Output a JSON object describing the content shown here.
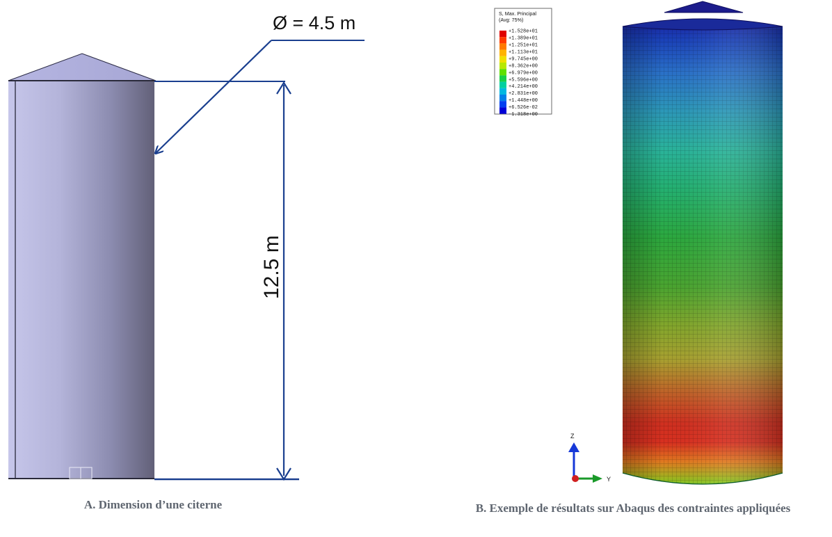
{
  "panel_a": {
    "diameter_label": "Ø = 4.5 m",
    "height_label": "12.5 m",
    "caption": "A. Dimension d’une citerne"
  },
  "panel_b": {
    "legend_title_line1": "S, Max. Principal",
    "legend_title_line2": "(Avg: 75%)",
    "legend_values": [
      "+1.528e+01",
      "+1.389e+01",
      "+1.251e+01",
      "+1.113e+01",
      "+9.745e+00",
      "+8.362e+00",
      "+6.979e+00",
      "+5.596e+00",
      "+4.214e+00",
      "+2.831e+00",
      "+1.448e+00",
      "+6.526e-02",
      "-1.318e+00"
    ],
    "legend_colors": [
      "#e00000",
      "#ff3a00",
      "#ff7a00",
      "#ffb300",
      "#f0e000",
      "#b8e800",
      "#5fe000",
      "#18d048",
      "#00d0a0",
      "#00b8e0",
      "#0080e8",
      "#0040f0",
      "#0000d8"
    ],
    "axis_z": "Z",
    "axis_y": "Y",
    "caption": "B. Exemple de résultats sur Abaqus des contraintes appliquées"
  },
  "colors": {
    "dimension_blue": "#1a3f8f",
    "tank_light": "#c4c4e8",
    "tank_dark": "#6e6e88"
  }
}
